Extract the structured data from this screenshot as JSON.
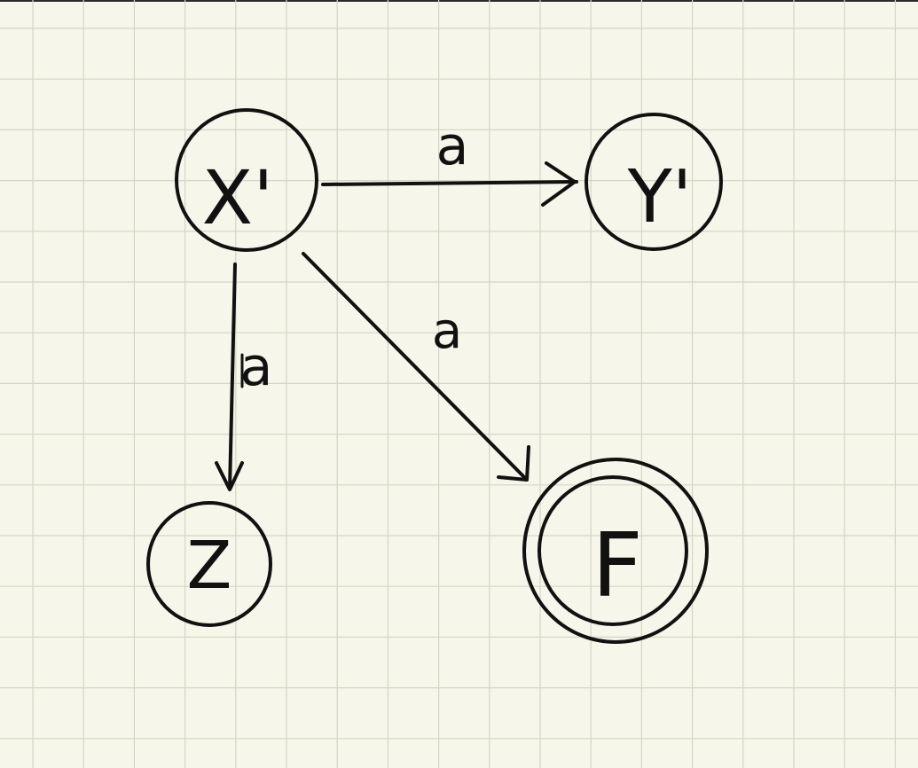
{
  "colors": {
    "background": "#f6f6ea",
    "grid": "#d4d6c4",
    "ink": "#111111"
  },
  "states": [
    {
      "id": "x",
      "label": "X'",
      "accepting": false
    },
    {
      "id": "y",
      "label": "Y'",
      "accepting": false
    },
    {
      "id": "z",
      "label": "Z",
      "accepting": false
    },
    {
      "id": "f",
      "label": "F",
      "accepting": true
    }
  ],
  "transitions": [
    {
      "from": "x",
      "to": "y",
      "symbol": "a"
    },
    {
      "from": "x",
      "to": "z",
      "symbol": "a"
    },
    {
      "from": "x",
      "to": "f",
      "symbol": "a"
    }
  ]
}
